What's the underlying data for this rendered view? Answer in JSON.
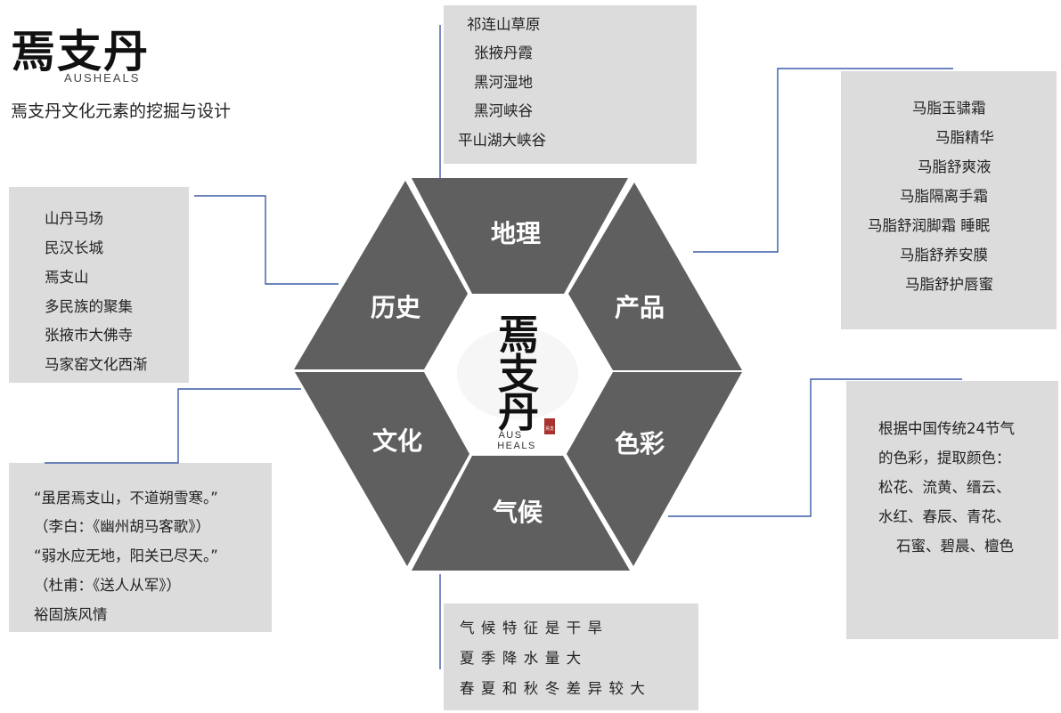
{
  "logo": {
    "name": "焉支丹",
    "sub": "AUSHEALS"
  },
  "subtitle": "焉支丹文化元素的挖掘与设计",
  "segments": {
    "geography": "地理",
    "product": "产品",
    "color": "色彩",
    "climate": "气候",
    "culture": "文化",
    "history": "历史"
  },
  "center": {
    "name": "焉支丹",
    "sub_line1": "AUS",
    "sub_line2": "HEALS",
    "seal": "焉支"
  },
  "geography_items": [
    "祁连山草原",
    "张掖丹霞",
    "黑河湿地",
    "黑河峡谷",
    "平山湖大峡谷"
  ],
  "product_items": [
    "马脂玉骕霜",
    "马脂精华",
    "马脂舒爽液",
    "马脂隔离手霜",
    "马脂舒润脚霜 睡眠",
    "马脂舒养安膜",
    "马脂舒护唇蜜"
  ],
  "history_items": [
    "山丹马场",
    "民汉长城",
    "焉支山",
    "多民族的聚集",
    "张掖市大佛寺",
    "马家窑文化西渐"
  ],
  "culture_items": [
    "“虽居焉支山，不道朔雪寒。”",
    "（李白：《幽州胡马客歌》）",
    "“弱水应无地，阳关已尽天。”",
    "（杜甫：《送人从军》）",
    "裕固族风情"
  ],
  "color_items": [
    "根据中国传统24节气",
    "的色彩，提取颜色：",
    "松花、流黄、缙云、",
    "水红、春辰、青花、",
    "石蜜、碧晨、檀色"
  ],
  "climate_items": [
    "气候特征是干旱",
    "夏季降水量大",
    "春夏和秋冬差异较大"
  ],
  "colors": {
    "segment": "#5f5f5f",
    "box": "#dcdcdc",
    "connector": "#3b5ba5",
    "seal": "#a8322d"
  }
}
